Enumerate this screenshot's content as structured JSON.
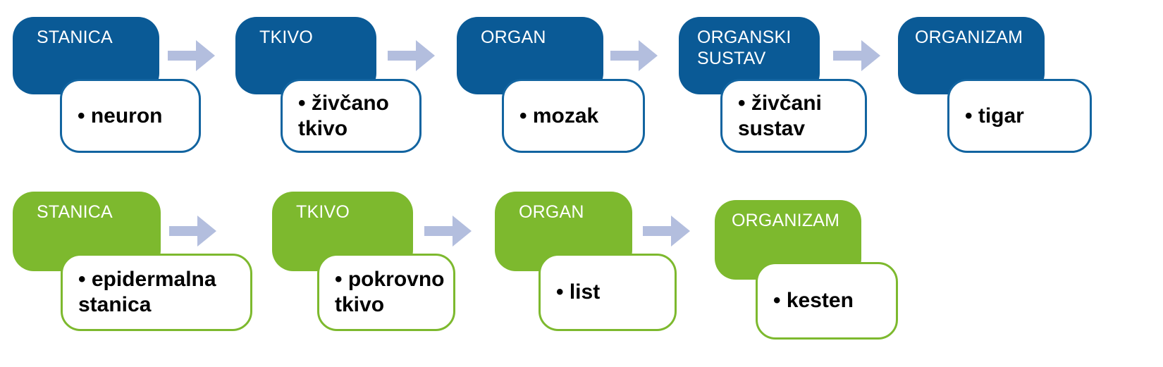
{
  "colors": {
    "blue": "#0A5A96",
    "blue_border": "#1264A0",
    "green": "#7DB92E",
    "green_border": "#7DB92E",
    "arrow": "#B3BEDE",
    "text_dark": "#000000",
    "text_light": "#FFFFFF",
    "background": "#FFFFFF"
  },
  "diagram": {
    "type": "levels-of-organization-flow",
    "rows": [
      {
        "name": "animal-row",
        "color_theme": "blue",
        "steps": [
          {
            "label": "STANICA",
            "example": "• neuron"
          },
          {
            "label": "TKIVO",
            "example": "• živčano\ntkivo"
          },
          {
            "label": "ORGAN",
            "example": "• mozak"
          },
          {
            "label": "ORGANSKI\nSUSTAV",
            "example": "• živčani\nsustav"
          },
          {
            "label": "ORGANIZAM",
            "example": "• tigar"
          }
        ],
        "arrows": 4
      },
      {
        "name": "plant-row",
        "color_theme": "green",
        "steps": [
          {
            "label": "STANICA",
            "example": "• epidermalna\nstanica"
          },
          {
            "label": "TKIVO",
            "example": "• pokrovno\ntkivo"
          },
          {
            "label": "ORGAN",
            "example": "• list"
          },
          {
            "label": "ORGANIZAM",
            "example": "• kesten"
          }
        ],
        "arrows": 3
      }
    ]
  }
}
